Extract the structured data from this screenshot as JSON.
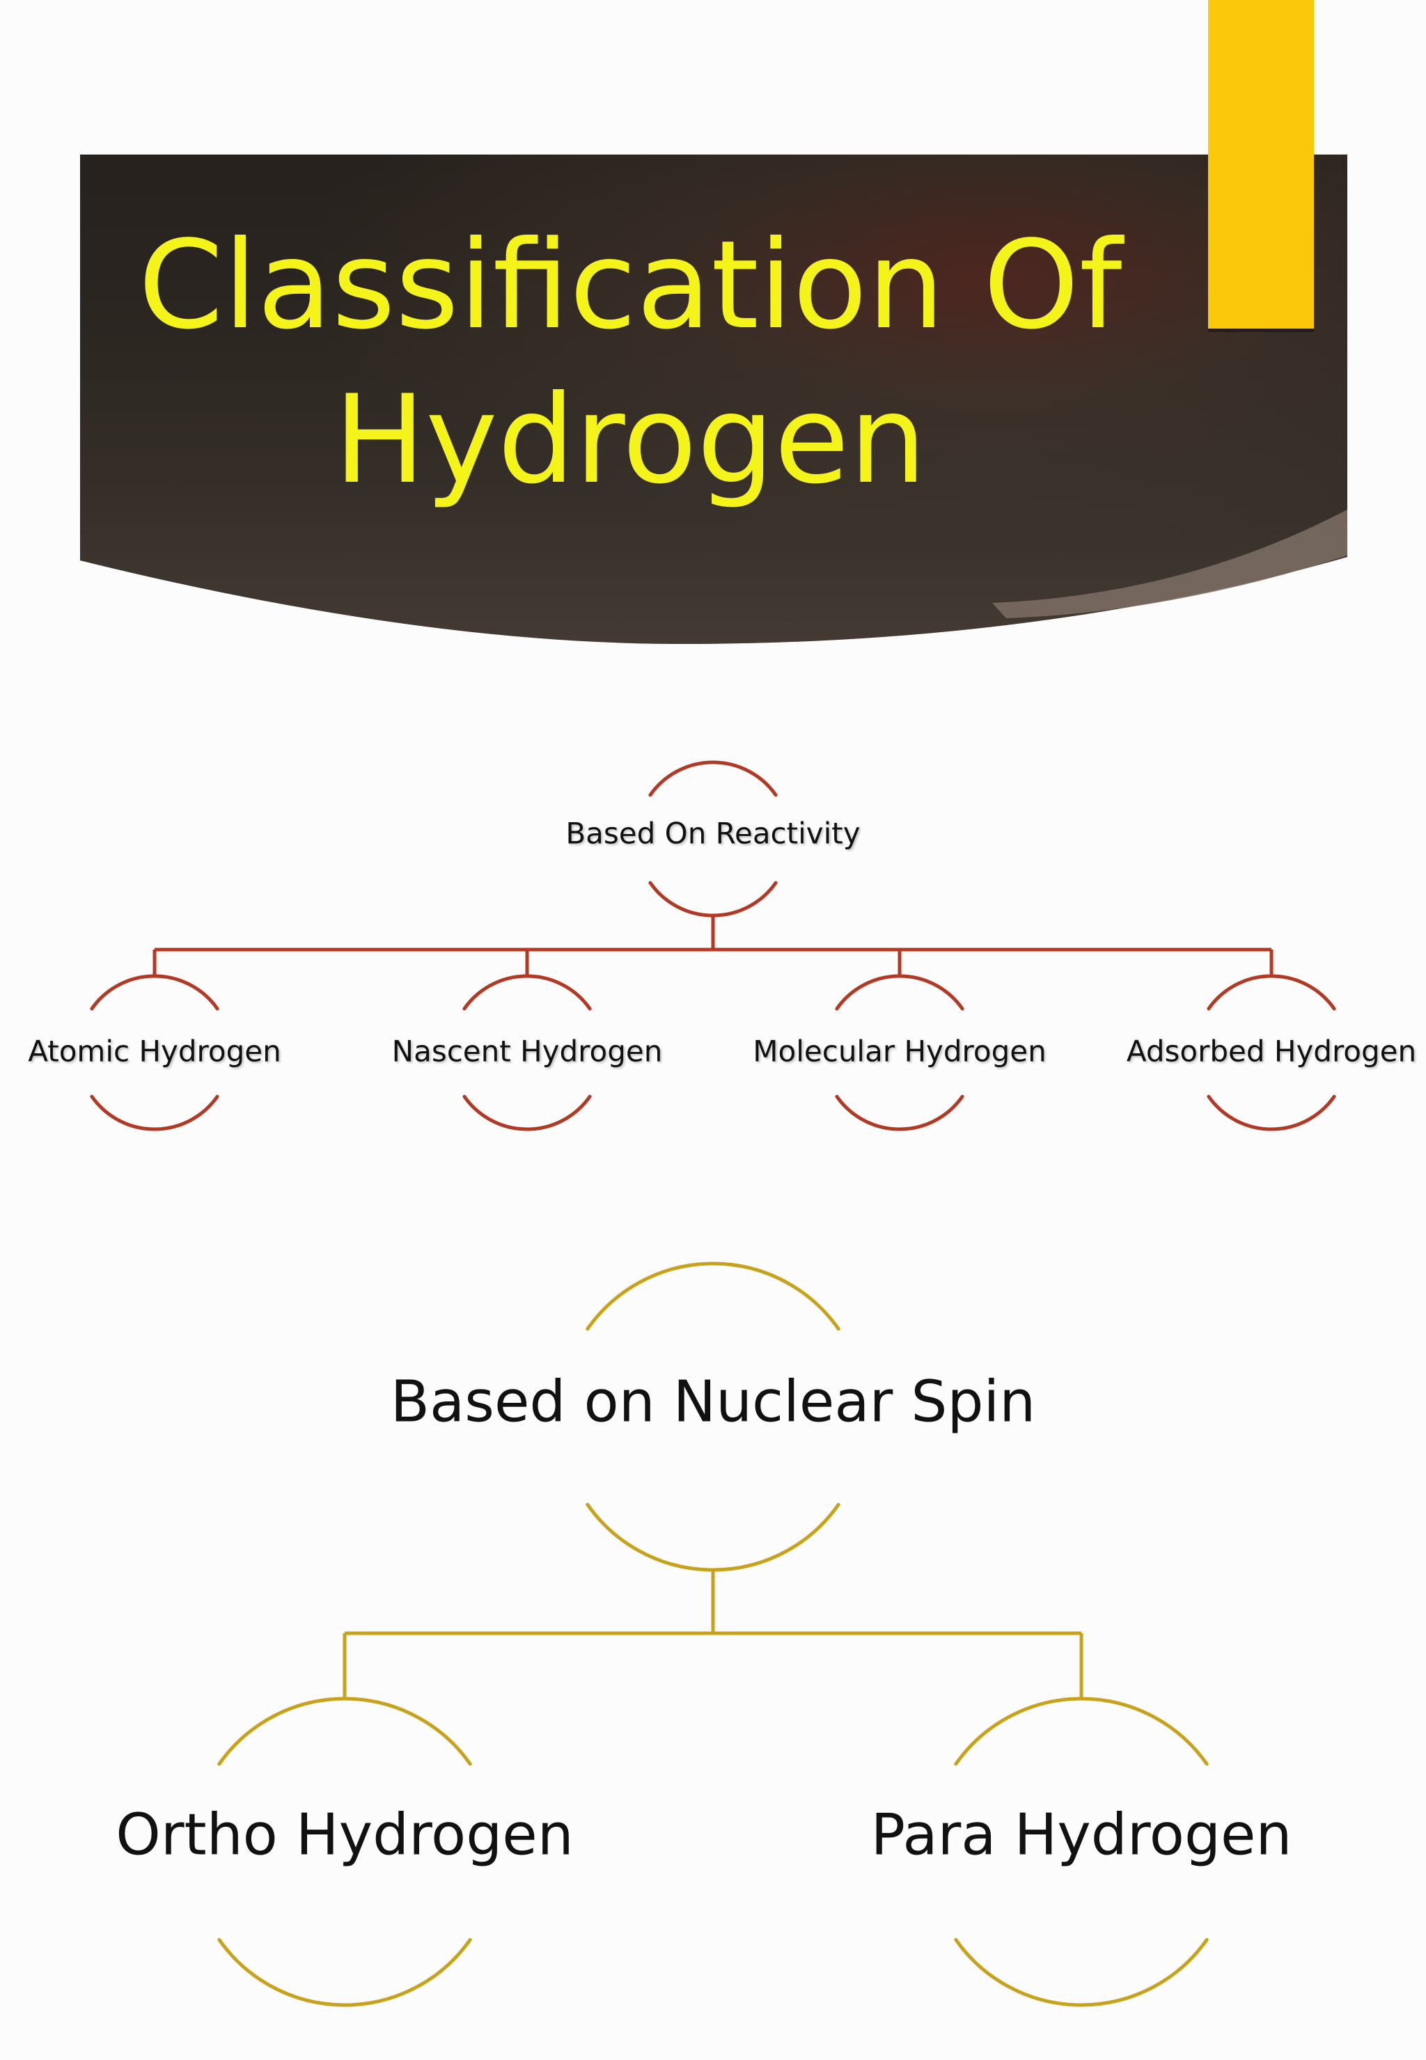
{
  "title": {
    "line1": "Classification Of",
    "line2": "Hydrogen"
  },
  "colors": {
    "banner": "#3a3029",
    "accent_bar": "#fcc80a",
    "title_text": "#f4f41a",
    "reactivity_lines": "#b23a24",
    "spin_lines": "#c9a21c"
  },
  "diagrams": {
    "reactivity": {
      "root": "Based On Reactivity",
      "children": [
        "Atomic Hydrogen",
        "Nascent Hydrogen",
        "Molecular Hydrogen",
        "Adsorbed Hydrogen"
      ]
    },
    "nuclear_spin": {
      "root": "Based on Nuclear Spin",
      "children": [
        "Ortho Hydrogen",
        "Para Hydrogen"
      ]
    }
  }
}
